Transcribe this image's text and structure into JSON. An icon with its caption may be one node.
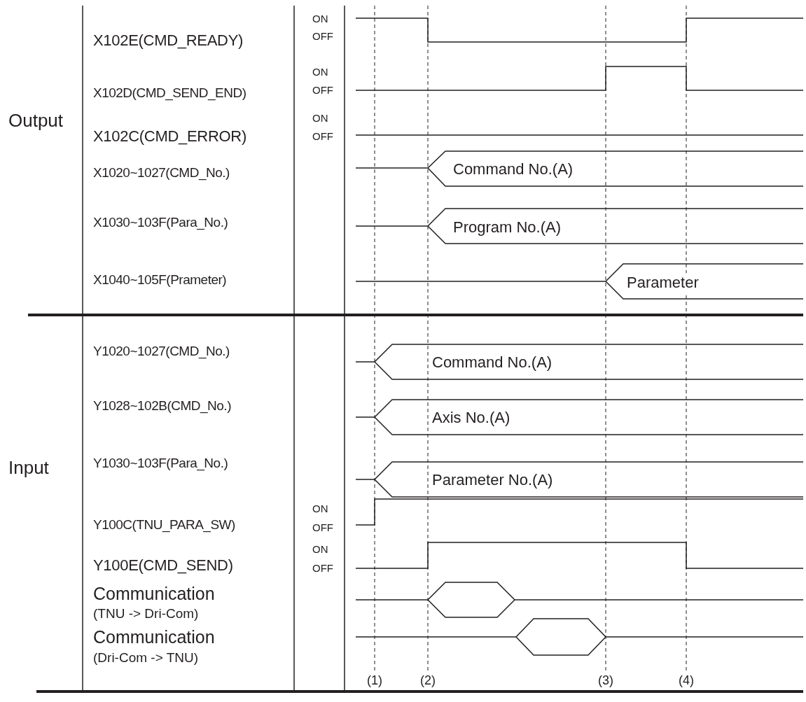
{
  "diagram": {
    "labels": [
      "Output",
      "X102E(CMD_READY)",
      "ON",
      "OFF",
      "X102D(CMD_SEND_END)",
      "ON",
      "OFF",
      "X102C(CMD_ERROR)",
      "ON",
      "OFF",
      "X1020~1027(CMD_No.)",
      "Command No.(A)",
      "X1030~103F(Para_No.)",
      "Program No.(A)",
      "X1040~105F(Prameter)",
      "Parameter",
      "Input",
      "Y1020~1027(CMD_No.)",
      "Command No.(A)",
      "Y1028~102B(CMD_No.)",
      "Axis No.(A)",
      "Y1030~103F(Para_No.)",
      "Parameter No.(A)",
      "Y100C(TNU_PARA_SW)",
      "ON",
      "OFF",
      "Y100E(CMD_SEND)",
      "ON",
      "OFF",
      "Communication",
      "(TNU -> Dri-Com)",
      "Communication",
      "(Dri-Com -> TNU)",
      "(1)",
      "(2)",
      "(3)",
      "(4)"
    ]
  }
}
